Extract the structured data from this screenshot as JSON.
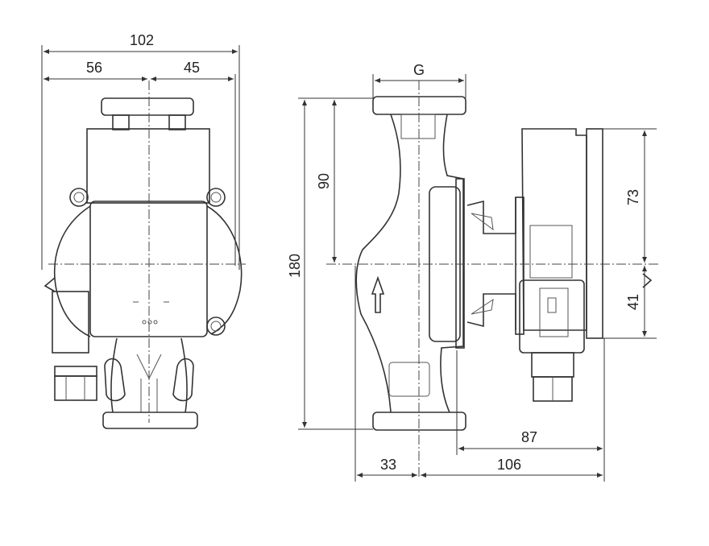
{
  "title": "Pump dimension drawing",
  "front_view": {
    "dim_total_width": "102",
    "dim_left": "56",
    "dim_right": "45"
  },
  "side_view": {
    "dim_thread": "G",
    "dim_height_total": "180",
    "dim_flange_to_axis": "90",
    "dim_motor_top": "73",
    "dim_motor_bottom": "41",
    "dim_motor_depth": "87",
    "dim_rear": "33",
    "dim_front": "106"
  }
}
